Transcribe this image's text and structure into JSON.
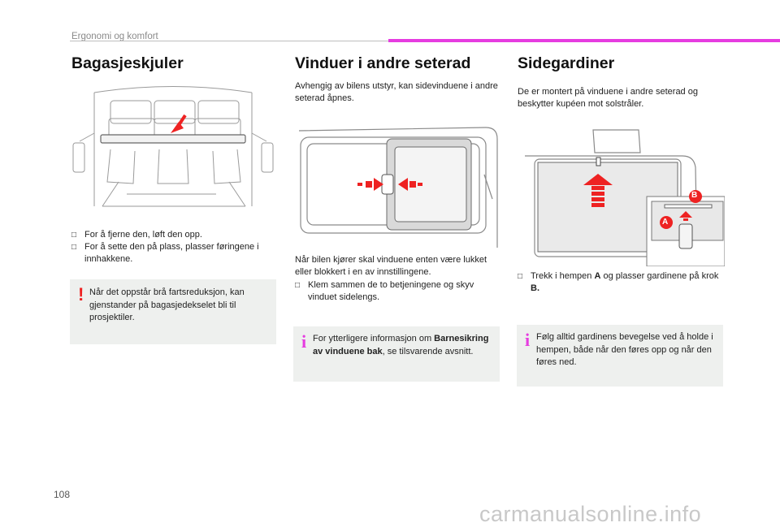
{
  "header": {
    "section": "Ergonomi og komfort"
  },
  "page_number": "108",
  "columns": [
    {
      "title": "Bagasjeskjuler",
      "bullets": [
        "For å fjerne den, løft den opp.",
        "For å sette den på plass, plasser føringene i innhakkene."
      ],
      "warning": "Når det oppstår brå fartsreduksjon, kan gjenstander på bagasjedekselet bli til prosjektiler."
    },
    {
      "title": "Vinduer i andre seterad",
      "intro": "Avhengig av bilens utstyr, kan sidevinduene i andre seterad åpnes.",
      "para": "Når bilen kjører skal vinduene enten være lukket eller blokkert i en av innstillingene.",
      "bullets": [
        "Klem sammen de to betjeningene og skyv vinduet sidelengs."
      ],
      "info": {
        "pre": "For ytterligere informasjon om ",
        "bold": "Barnesikring av vinduene bak",
        "post": ", se tilsvarende avsnitt."
      }
    },
    {
      "title": "Sidegardiner",
      "intro": "De er montert på vinduene i andre seterad og beskytter kupéen mot solstråler.",
      "bullet": {
        "pre": "Trekk i hempen ",
        "a": "A",
        "mid": " og plasser gardinene på krok ",
        "b": "B."
      },
      "info": "Følg alltid gardinens bevegelse ved å holde i hempen, både når den føres opp og når den føres ned.",
      "labels": {
        "a": "A",
        "b": "B"
      }
    }
  ],
  "icons": {
    "bullet": "checkbox-bullet-icon",
    "warning": "exclamation-icon",
    "info": "info-icon"
  },
  "colors": {
    "accent": "#e63ce0",
    "warning": "#e22222",
    "note_bg": "#eef0ee"
  },
  "watermark": "carmanualsonline.info"
}
